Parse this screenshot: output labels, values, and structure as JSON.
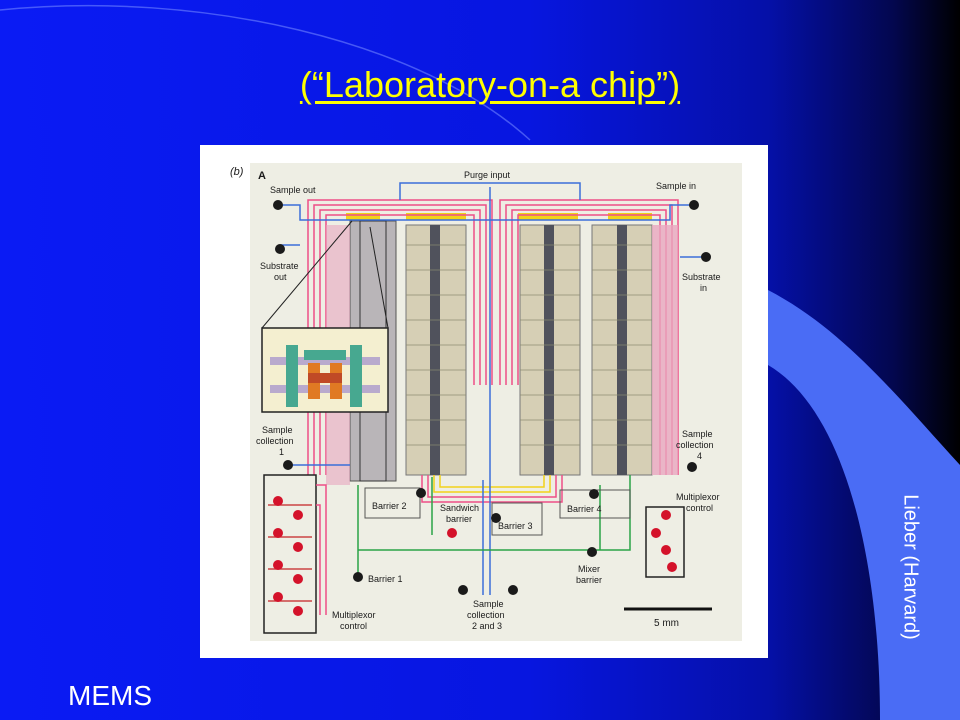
{
  "slide": {
    "title": "(“Laboratory-on-a chip”)",
    "side_credit": "Lieber (Harvard)",
    "footer_label": "MEMS"
  },
  "figure": {
    "panel_label": "(b)",
    "section_label": "A",
    "labels": {
      "purge_input": "Purge input",
      "sample_out": "Sample out",
      "sample_in": "Sample in",
      "substrate_out_1": "Substrate",
      "substrate_out_2": "out",
      "substrate_in_1": "Substrate",
      "substrate_in_2": "in",
      "sample_collection_1_a": "Sample",
      "sample_collection_1_b": "collection",
      "sample_collection_1_c": "1",
      "sample_collection_4_a": "Sample",
      "sample_collection_4_b": "collection",
      "sample_collection_4_c": "4",
      "barrier_2": "Barrier 2",
      "sandwich_barrier_1": "Sandwich",
      "sandwich_barrier_2": "barrier",
      "barrier_3": "Barrier 3",
      "barrier_4": "Barrier 4",
      "multiplexor_control_right_1": "Multiplexor",
      "multiplexor_control_right_2": "control",
      "barrier_1": "Barrier 1",
      "mixer_barrier_1": "Mixer",
      "mixer_barrier_2": "barrier",
      "sample_collection_23_a": "Sample",
      "sample_collection_23_b": "collection",
      "sample_collection_23_c": "2 and 3",
      "multiplexor_control_left_1": "Multiplexor",
      "multiplexor_control_left_2": "control",
      "scale_bar": "5 mm"
    }
  },
  "colors": {
    "background_left": "#0a1bf5",
    "background_right": "#000000",
    "title": "#ffff00",
    "swoosh": "#4a6cf5",
    "text": "#ffffff"
  }
}
